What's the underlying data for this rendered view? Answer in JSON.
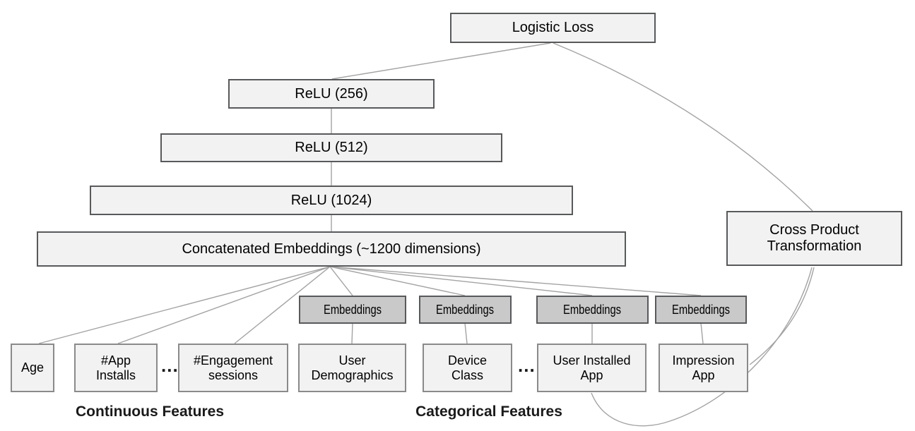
{
  "diagram": {
    "nodes": {
      "logistic_loss": "Logistic Loss",
      "relu_256": "ReLU (256)",
      "relu_512": "ReLU (512)",
      "relu_1024": "ReLU (1024)",
      "concatenated_embeddings": "Concatenated Embeddings (~1200 dimensions)",
      "cross_product": {
        "line1": "Cross Product",
        "line2": "Transformation"
      },
      "embeddings_label": "Embeddings",
      "age": "Age",
      "app_installs": {
        "line1": "#App",
        "line2": "Installs"
      },
      "engagement_sessions": {
        "line1": "#Engagement",
        "line2": "sessions"
      },
      "user_demographics": {
        "line1": "User",
        "line2": "Demographics"
      },
      "device_class": {
        "line1": "Device",
        "line2": "Class"
      },
      "user_installed_app": {
        "line1": "User Installed",
        "line2": "App"
      },
      "impression_app": {
        "line1": "Impression",
        "line2": "App"
      }
    },
    "ellipsis": "...",
    "group_labels": {
      "continuous": "Continuous Features",
      "categorical": "Categorical Features"
    },
    "colors": {
      "node_fill": "#f2f2f2",
      "embedding_fill": "#c9c9c9",
      "node_border": "#58595b",
      "leaf_border": "#8a8a8a",
      "connector": "#a3a3a3",
      "text": "#000000"
    }
  }
}
